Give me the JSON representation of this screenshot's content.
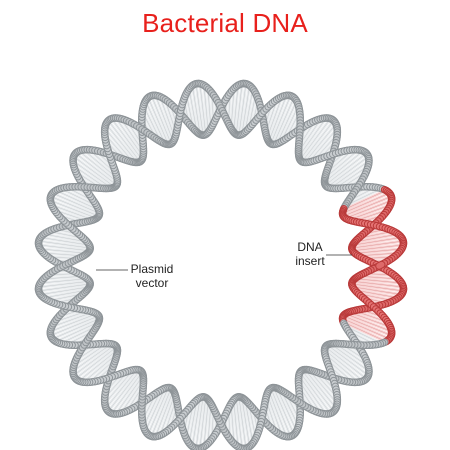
{
  "title": "Bacterial DNA",
  "labels": {
    "plasmid_vector": [
      "Plasmid",
      "vector"
    ],
    "dna_insert": [
      "DNA",
      "insert"
    ]
  },
  "colors": {
    "title": "#e8201c",
    "backbone": "#c9cdd0",
    "backbone_dark": "#8e9498",
    "rung": "#e9ecee",
    "insert": "#e57373",
    "insert_dark": "#b93a3a",
    "insert_rung": "#f8d4d4"
  },
  "insert_fraction": 0.14
}
